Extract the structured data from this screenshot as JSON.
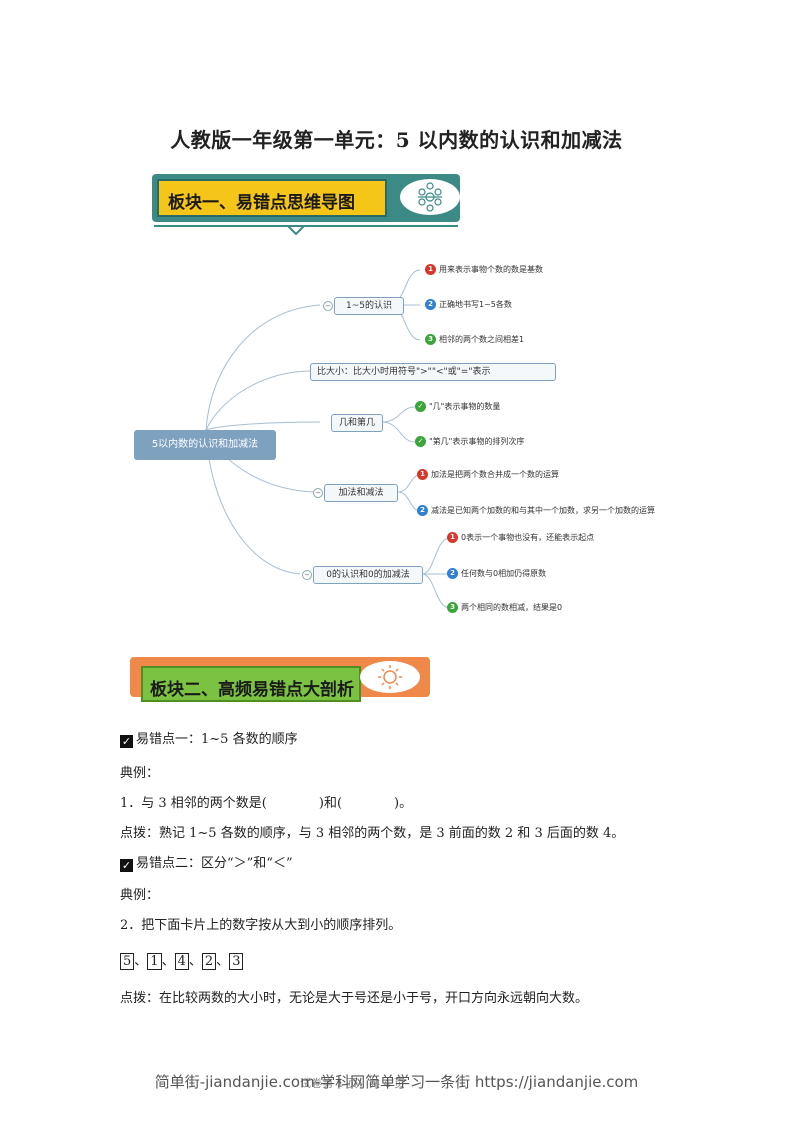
{
  "title": "人教版一年级第一单元：5 以内数的认识和加减法",
  "banner1": {
    "label": "板块一、易错点思维导图"
  },
  "banner2": {
    "label": "板块二、高频易错点大剖析"
  },
  "mindmap": {
    "root": "5以内数的认识和加减法",
    "branches": [
      {
        "label": "1~5的认识",
        "leaves": [
          "用来表示事物个数的数是基数",
          "正确地书写1~5各数",
          "相邻的两个数之间相差1"
        ]
      },
      {
        "label": "比大小：比大小时用符号\">\"\"<\"或\"=\"表示",
        "leaves": []
      },
      {
        "label": "几和第几",
        "leaves": [
          "\"几\"表示事物的数量",
          "\"第几\"表示事物的排列次序"
        ]
      },
      {
        "label": "加法和减法",
        "leaves": [
          "加法是把两个数合并成一个数的运算",
          "减法是已知两个加数的和与其中一个加数，求另一个加数的运算"
        ]
      },
      {
        "label": "0的认识和0的加减法",
        "leaves": [
          "0表示一个事物也没有，还能表示起点",
          "任何数与0相加仍得原数",
          "两个相同的数相减，结果是0"
        ]
      }
    ],
    "badges": [
      "1",
      "2",
      "3"
    ]
  },
  "content": {
    "point1_title": "易错点一：1~5 各数的顺序",
    "example1_label": "典例：",
    "q1": "1．与 3 相邻的两个数是(　　　　)和(　　　　)。",
    "tip1": "点拨：熟记 1~5 各数的顺序，与 3 相邻的两个数，是 3 前面的数 2 和 3 后面的数 4。",
    "point2_title": "易错点二：区分“＞”和“＜”",
    "example2_label": "典例：",
    "q2": "2．把下面卡片上的数字按从大到小的顺序排列。",
    "cards": [
      "5",
      "1",
      "4",
      "2",
      "3"
    ],
    "card_sep": "、",
    "tip2": "点拨：在比较两数的大小时，无论是大于号还是小于号，开口方向永远朝向大数。"
  },
  "footer": {
    "watermark": "简单街-jiandanjie.com-学科网简单学习一条街 https://jiandanjie.com",
    "page": "试卷第 1 页，共 4 页"
  },
  "colors": {
    "banner_yellow": "#f5c518",
    "banner_teal": "#3c8a86",
    "banner_green": "#7cc242",
    "banner_orange": "#f0884a"
  }
}
